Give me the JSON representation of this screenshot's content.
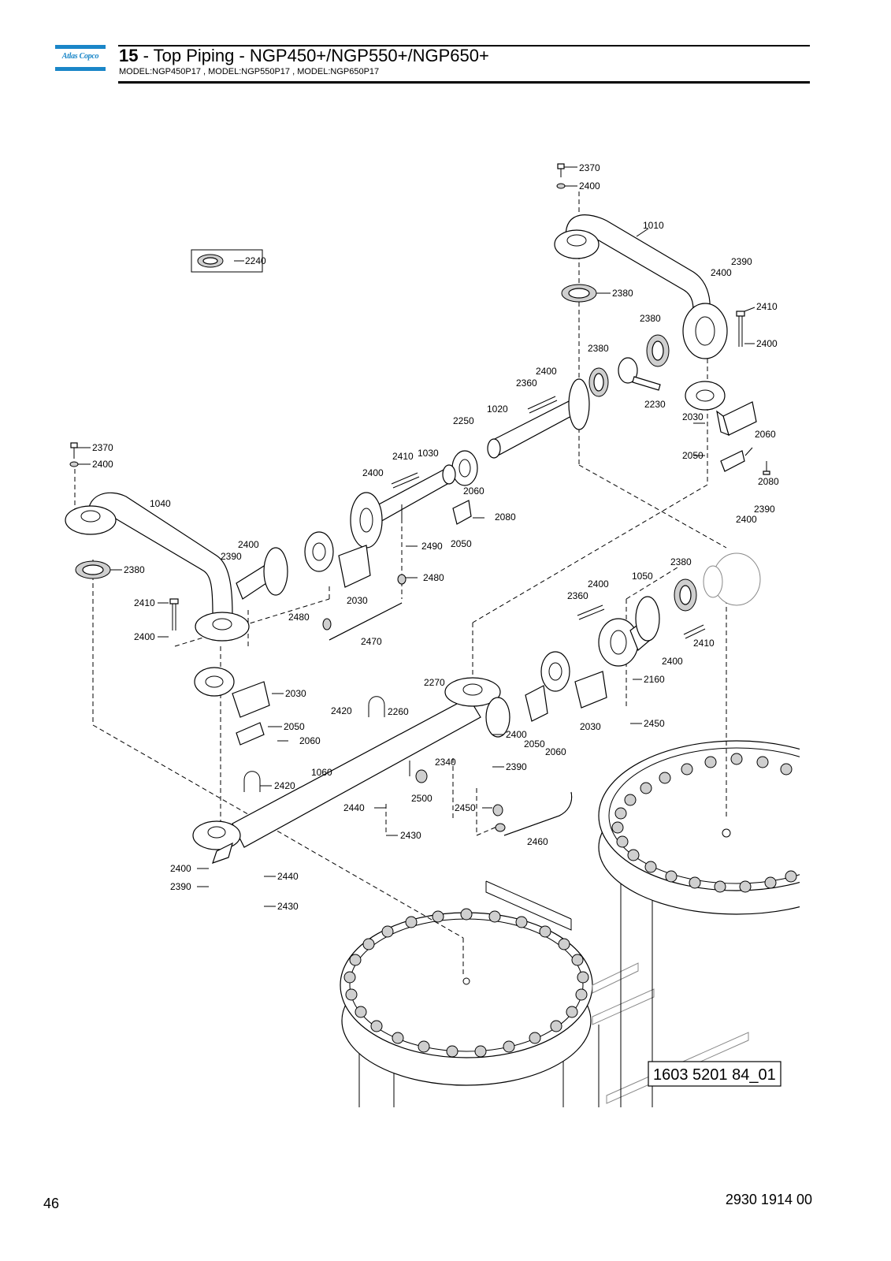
{
  "header": {
    "logo_text": "Atlas Copco",
    "section_number": "15",
    "title_rest": " - Top Piping - NGP450+/NGP550+/NGP650+",
    "models": "MODEL:NGP450P17 , MODEL:NGP550P17 , MODEL:NGP650P17"
  },
  "drawing": {
    "reference_number": "1603 5201 84_01",
    "callouts": {
      "c2370a": "2370",
      "c2400a": "2400",
      "c1010": "1010",
      "c2390a": "2390",
      "c2400b": "2400",
      "c2380a": "2380",
      "c2410a": "2410",
      "c2400c": "2400",
      "c2380b": "2380",
      "c2380c": "2380",
      "c2400d": "2400",
      "c2360a": "2360",
      "c2230": "2230",
      "c1020": "1020",
      "c2030a": "2030",
      "c2250": "2250",
      "c2060a": "2060",
      "c2050a": "2050",
      "c2080a": "2080",
      "c2240": "2240",
      "c2370b": "2370",
      "c2400e": "2400",
      "c2410b": "2410",
      "c1030": "1030",
      "c2400f": "2400",
      "c2060b": "2060",
      "c2080b": "2080",
      "c2050b": "2050",
      "c1040": "1040",
      "c2490": "2490",
      "c2390b": "2390",
      "c2400g": "2400",
      "c2400h": "2400",
      "c2390c": "2390",
      "c2480a": "2480",
      "c2380d": "2380",
      "c2030b": "2030",
      "c2380e": "2380",
      "c2410c": "2410",
      "c2400i": "2400",
      "c2480b": "2480",
      "c2470": "2470",
      "c2400j": "2400",
      "c1050": "1050",
      "c2360b": "2360",
      "c2410d": "2410",
      "c2400k": "2400",
      "c2160": "2160",
      "c2270": "2270",
      "c2030c": "2030",
      "c2420a": "2420",
      "c2260": "2260",
      "c2450a": "2450",
      "c2050c": "2050",
      "c2060c": "2060",
      "c2400l": "2400",
      "c2050d": "2050",
      "c2060d": "2060",
      "c2030d": "2030",
      "c2340": "2340",
      "c2390d": "2390",
      "c1060": "1060",
      "c2420b": "2420",
      "c2500": "2500",
      "c2440a": "2440",
      "c2450b": "2450",
      "c2430a": "2430",
      "c2460": "2460",
      "c2400m": "2400",
      "c2440b": "2440",
      "c2390e": "2390",
      "c2430b": "2430"
    }
  },
  "footer": {
    "page_number": "46",
    "document_number": "2930 1914 00"
  }
}
